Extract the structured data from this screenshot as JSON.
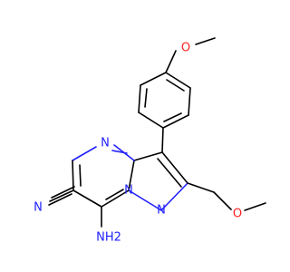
{
  "molecule": {
    "atoms": [
      {
        "id": "N4",
        "text": "N",
        "color": "#2020ff"
      },
      {
        "id": "N7a",
        "text": "N",
        "color": "#2020ff"
      },
      {
        "id": "N1",
        "text": "N",
        "color": "#2020ff"
      },
      {
        "id": "N-nitrile",
        "text": "N",
        "color": "#2020ff"
      },
      {
        "id": "NH2-amino",
        "text": "NH2",
        "color": "#2020ff"
      },
      {
        "id": "O-methoxyphenyl",
        "text": "O",
        "color": "#ff2020"
      },
      {
        "id": "O-methoxymethyl",
        "text": "O",
        "color": "#ff2020"
      }
    ]
  }
}
